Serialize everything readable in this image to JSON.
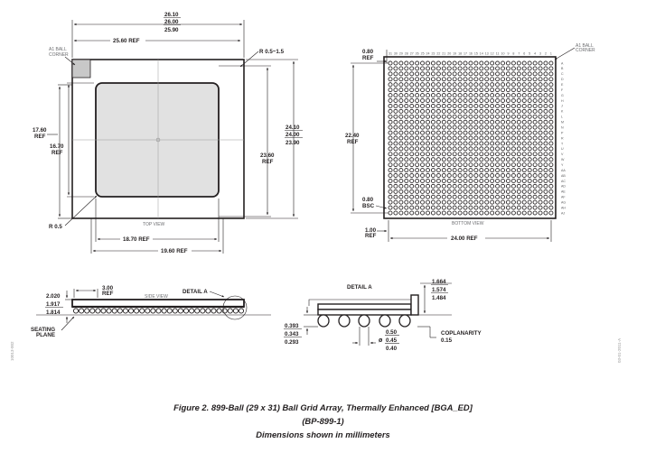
{
  "top_view": {
    "corner_label": [
      "A1 BALL",
      "CORNER"
    ],
    "view_label": "TOP VIEW",
    "width_dims": [
      "26.10",
      "26.00",
      "25.90"
    ],
    "ref_width": "25.60 REF",
    "corner_radius": "R 0.5~1.5",
    "inner_radius": "R 0.5",
    "left_ref": [
      "17.60",
      "REF"
    ],
    "left_inner": [
      "16.70",
      "REF"
    ],
    "height_ref": [
      "23.60",
      "REF"
    ],
    "height_dims": [
      "24.10",
      "24.00",
      "23.90"
    ],
    "bottom_inner": "18.70 REF",
    "bottom_outer": "19.60 REF"
  },
  "bottom_view": {
    "pitch_ref": [
      "0.80",
      "REF"
    ],
    "corner_label": [
      "A1 BALL",
      "CORNER"
    ],
    "height_ref": [
      "22.40",
      "REF"
    ],
    "pitch_bsc": [
      "0.80",
      "BSC"
    ],
    "edge_ref": [
      "1.00",
      "REF"
    ],
    "width_ref": "24.00 REF",
    "view_label": "BOTTOM VIEW",
    "columns": 31,
    "rows": 29,
    "column_labels": [
      "31",
      "30",
      "29",
      "28",
      "27",
      "26",
      "25",
      "24",
      "23",
      "22",
      "21",
      "20",
      "19",
      "18",
      "17",
      "16",
      "15",
      "14",
      "13",
      "12",
      "11",
      "10",
      "9",
      "8",
      "7",
      "6",
      "5",
      "4",
      "3",
      "2",
      "1"
    ],
    "row_labels": [
      "A",
      "B",
      "C",
      "D",
      "E",
      "F",
      "G",
      "H",
      "J",
      "K",
      "L",
      "M",
      "N",
      "P",
      "R",
      "T",
      "U",
      "V",
      "W",
      "Y",
      "AA",
      "AB",
      "AC",
      "AD",
      "AE",
      "AF",
      "AG",
      "AH",
      "AJ"
    ]
  },
  "side_view": {
    "heights": [
      "2.020",
      "1.917",
      "1.814"
    ],
    "offset_ref": [
      "3.00",
      "REF"
    ],
    "view_label": "SIDE VIEW",
    "detail_callout": "DETAIL A",
    "seating_plane": [
      "SEATING",
      "PLANE"
    ]
  },
  "detail_a": {
    "title": "DETAIL A",
    "top_dims": [
      "1.664",
      "1.574",
      "1.484"
    ],
    "ball_height": [
      "0.393",
      "0.343",
      "0.293"
    ],
    "ball_diameter": [
      "0.50",
      "0.45",
      "0.40"
    ],
    "coplanarity": "COPLANARITY",
    "coplanarity_value": "0.15"
  },
  "doc_tags": [
    "10013-002",
    "03-01-2011-A"
  ],
  "caption": {
    "line1": "Figure 2. 899-Ball (29 x 31) Ball Grid Array, Thermally Enhanced [BGA_ED]",
    "line2": "(BP-899-1)",
    "line3": "Dimensions shown in millimeters"
  }
}
